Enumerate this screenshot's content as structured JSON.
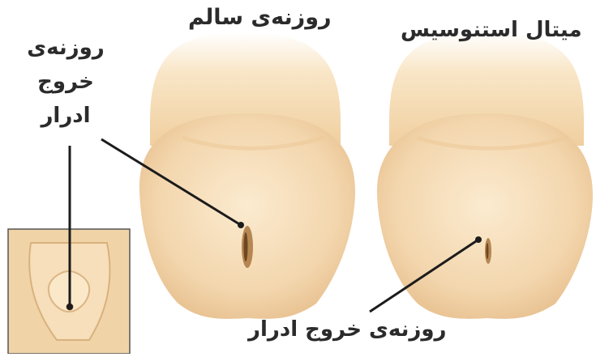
{
  "labels": {
    "healthy_title": "روزنەی سالم",
    "stenosis_title": "میتال استنوسیس",
    "urethral_opening_bottom": "روزنەی خروج ادرار",
    "urethral_opening_left": [
      "روزنەی",
      "خروج",
      "ادرار"
    ]
  },
  "colors": {
    "skin_light": "#f9e6c7",
    "skin_mid": "#f1d2a6",
    "skin_shadow": "#e2b98a",
    "opening": "#a9773f",
    "line": "#1c1c1c",
    "inset_bg": "#f0d4a8"
  }
}
